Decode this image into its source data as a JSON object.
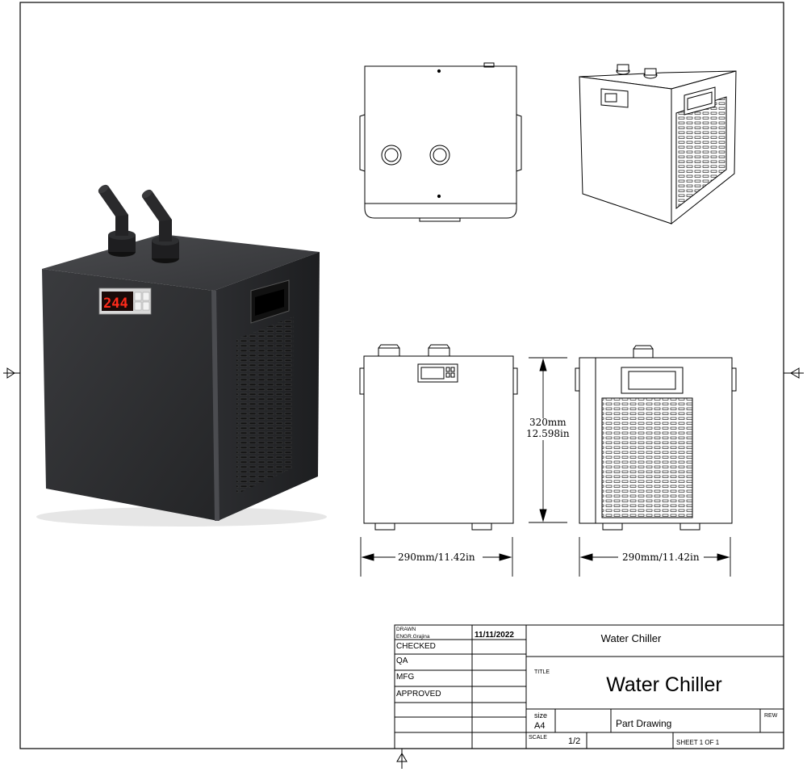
{
  "drawing": {
    "display_reading": "244",
    "dimensions": {
      "height_mm": "320mm",
      "height_in": "12.598in",
      "width_front": "290mm/11.42in",
      "width_side": "290mm/11.42in"
    }
  },
  "title_block": {
    "drawn_label": "DRAWN",
    "engineer": "ENGR.Grajina",
    "date": "11/11/2022",
    "name_top": "Water Chiller",
    "checked_label": "CHECKED",
    "qa_label": "QA",
    "mfg_label": "MFG",
    "approved_label": "APPROVED",
    "title_label": "TITLE",
    "title_value": "Water Chiller",
    "size_label": "size",
    "size_value": "A4",
    "part_label": "Part Drawing",
    "rev_label": "REW",
    "scale_label": "SCALE",
    "scale_value": "1/2",
    "sheet_label": "SHEET 1 OF 1"
  },
  "colors": {
    "unit_body": "#2a2b2d",
    "unit_shadow": "#1a1b1c",
    "display_red": "#ff2a1a",
    "line": "#000000"
  }
}
